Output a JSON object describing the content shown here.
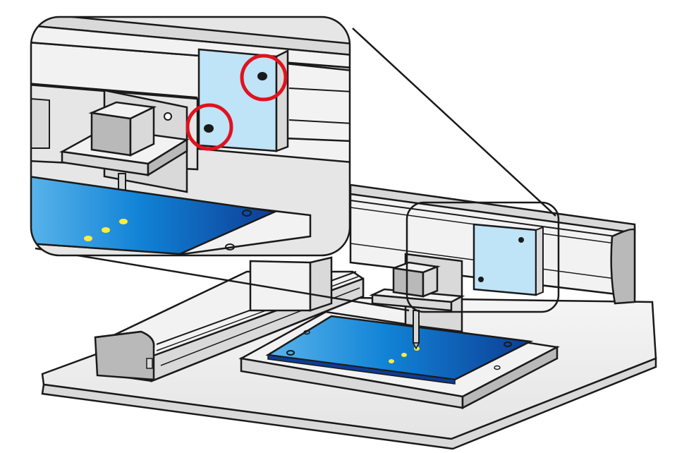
{
  "figure": {
    "kind": "technical-illustration",
    "subject": "gantry-stage-with-dispensing-head",
    "zoom_inset": true,
    "highlighted_items": [
      "mounting-screw-upper",
      "mounting-screw-lower"
    ]
  },
  "colors": {
    "outline": "#1a1a1a",
    "metal_light": "#f2f2f2",
    "metal_mid": "#d9d9d9",
    "metal_dark": "#b9b9b9",
    "bracket_blue": "#bfe3f7",
    "plate_blue_light": "#5ab4ea",
    "plate_blue_mid": "#1183d6",
    "plate_blue_dark": "#0d3d94",
    "dot_yellow": "#ffec3b",
    "highlight_red": "#e0121e",
    "inset_background": "#e6e6e6"
  }
}
